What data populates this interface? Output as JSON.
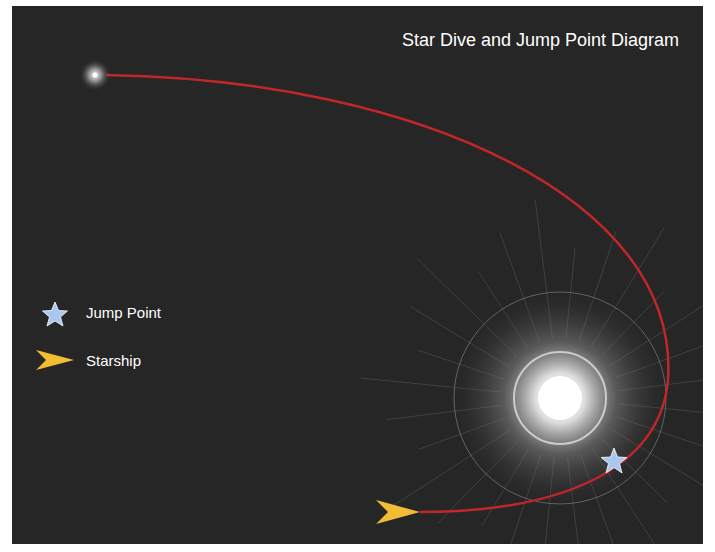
{
  "diagram": {
    "title": "Star Dive and Jump Point Diagram",
    "legend": [
      {
        "text": "Jump Point"
      },
      {
        "text": "Starship"
      }
    ]
  }
}
